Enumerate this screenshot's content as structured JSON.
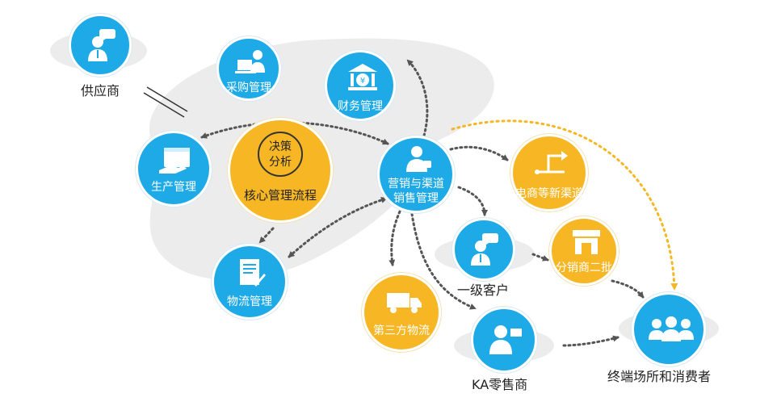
{
  "nodes": {
    "supplier": "供应商",
    "procurement": "采购管理",
    "finance": "财务管理",
    "production": "生产管理",
    "core_badge_line1": "决策",
    "core_badge_line2": "分析",
    "core": "核心管理流程",
    "sales_line1": "营销与渠道",
    "sales_line2": "销售管理",
    "logistics": "物流管理",
    "ecommerce": "电商等新渠道",
    "tier1": "一级客户",
    "distributor": "分销商二批",
    "third_party": "第三方物流",
    "ka": "KA零售商",
    "terminal": "终端场所和消费者"
  },
  "colors": {
    "blue": "#1eaae7",
    "gold": "#f7b624",
    "gray_bg": "#ececec",
    "arrow": "#555555"
  },
  "icons": [
    "user-speech-icon",
    "laptop-user-icon",
    "bank-icon",
    "browser-hand-icon",
    "user-thumb-icon",
    "document-sign-icon",
    "flow-arrows-icon",
    "user-speech-icon",
    "storefront-icon",
    "truck-icon",
    "person-screen-icon",
    "group-icon"
  ]
}
